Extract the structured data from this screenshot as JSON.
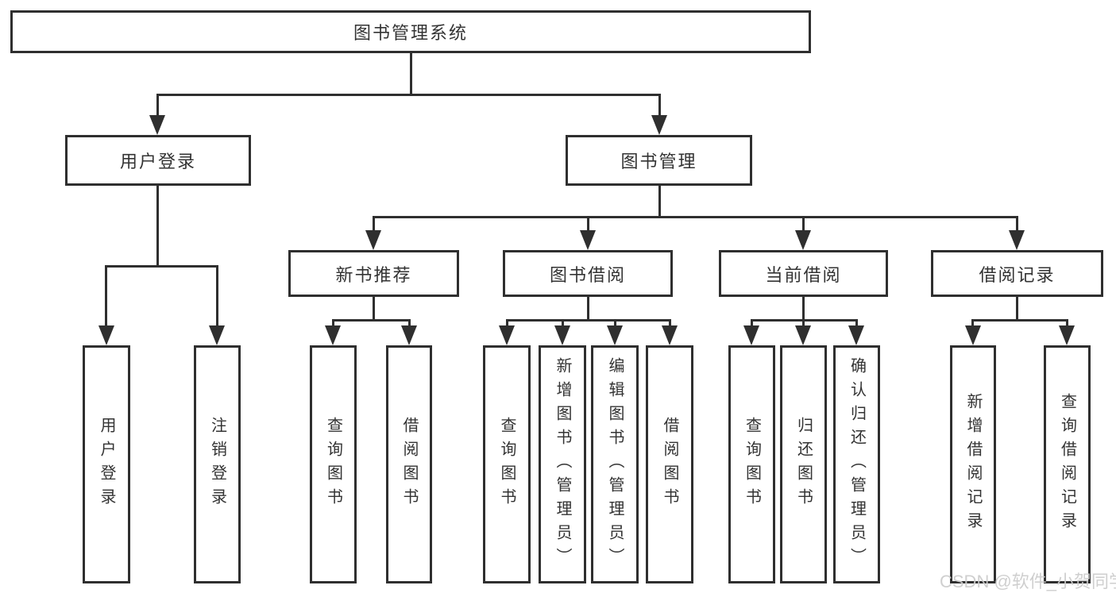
{
  "colors": {
    "line": "#2f2f2f",
    "text": "#333333",
    "watermark": "#cccccc",
    "background": "#ffffff"
  },
  "diagram": {
    "title": "图书管理系统",
    "level2": {
      "user_login": "用户登录",
      "book_management": "图书管理"
    },
    "level3": {
      "new_book_recommend": "新书推荐",
      "book_borrow": "图书借阅",
      "current_borrow": "当前借阅",
      "borrow_record": "借阅记录"
    },
    "leaves": {
      "user_login_children": {
        "login": "用户登录",
        "logout": "注销登录"
      },
      "new_book_recommend_children": {
        "query_book": "查询图书",
        "borrow_book": "借阅图书"
      },
      "book_borrow_children": {
        "query_book": "查询图书",
        "add_book": "新增图书（管理员）",
        "edit_book": "编辑图书（管理员）",
        "borrow_book": "借阅图书"
      },
      "current_borrow_children": {
        "query_book": "查询图书",
        "return_book": "归还图书",
        "confirm_return": "确认归还（管理员）"
      },
      "borrow_record_children": {
        "add_record": "新增借阅记录",
        "query_record": "查询借阅记录"
      }
    }
  },
  "watermark": "CSDN @软件_小贺同学"
}
